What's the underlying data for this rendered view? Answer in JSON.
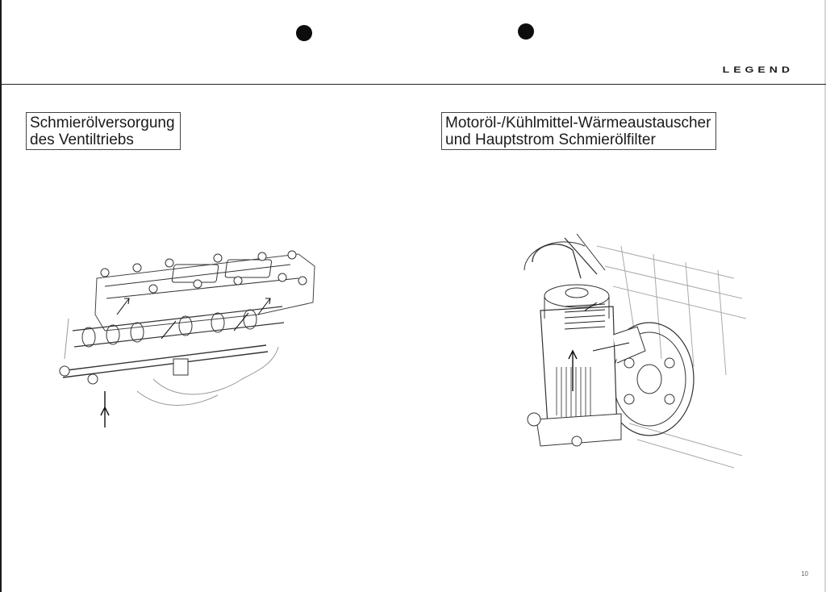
{
  "header": {
    "brand": "LEGEND"
  },
  "left_section": {
    "title_line1": "Schmierölversorgung",
    "title_line2": "des Ventiltriebs",
    "illustration": "valve-train-lubrication-illustration"
  },
  "right_section": {
    "title_line1": "Motoröl-/Kühlmittel-Wärmeaustauscher",
    "title_line2": "und Hauptstrom Schmierölfilter",
    "illustration": "oil-cooler-filter-illustration"
  },
  "footer": {
    "page_number": "10"
  }
}
